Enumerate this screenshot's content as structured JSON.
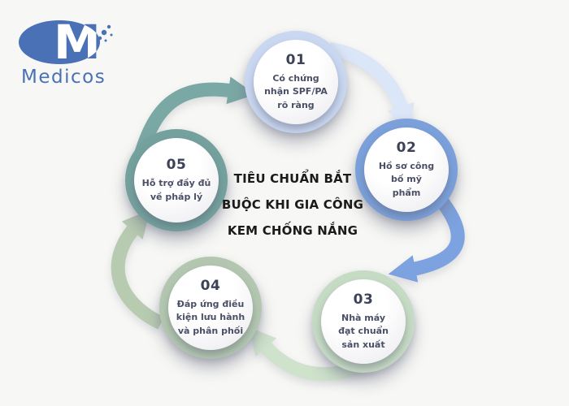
{
  "background": "#f7f7f5",
  "logo": {
    "brand": "Medicos",
    "monogram": "M",
    "ellipse_color": "#4a70b5",
    "text_color": "#4a70b5"
  },
  "title": {
    "text": "TIÊU CHUẨN BẮT\nBUỘC KHI GIA CÔNG\nKEM CHỐNG NẮNG",
    "color": "#1b1b19"
  },
  "steps": [
    {
      "id": "01",
      "label": "Có chứng\nnhận SPF/PA\nrõ ràng",
      "ring_color": "#c9d7f1",
      "arrow_color": "#dbe6f8"
    },
    {
      "id": "02",
      "label": "Hồ sơ công\nbố mỹ\nphẩm",
      "ring_color": "#7ba0da",
      "arrow_color": "#7da2e0"
    },
    {
      "id": "03",
      "label": "Nhà máy\nđạt chuẩn\nsản xuất",
      "ring_color": "#c6dbc4",
      "arrow_color": "#cfe2cc"
    },
    {
      "id": "04",
      "label": "Đáp ứng điều\nkiện lưu hành\nvà phân phối",
      "ring_color": "#b3c7b0",
      "arrow_color": "#b7cbb1"
    },
    {
      "id": "05",
      "label": "Hỗ trợ đầy đủ\nvề pháp lý",
      "ring_color": "#74a19e",
      "arrow_color": "#7aa8a4"
    }
  ],
  "text_color": "#4a4f66"
}
